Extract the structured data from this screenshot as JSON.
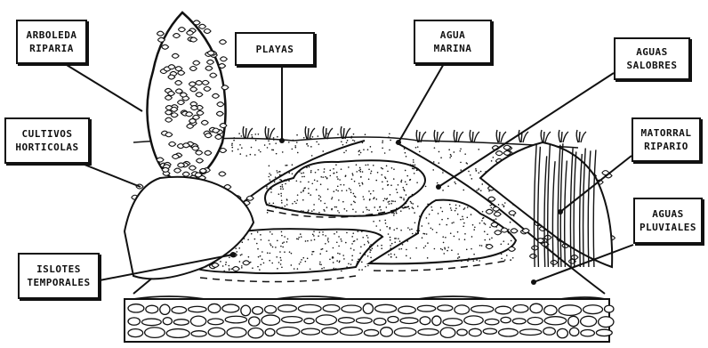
{
  "labels": {
    "arboleda": [
      "ARBOLEDA",
      "RIPARIA"
    ],
    "playas": [
      "PLAYAS"
    ],
    "agua_marina": [
      "AGUA",
      "MARINA"
    ],
    "aguas_salobres": [
      "AGUAS",
      "SALOBRES"
    ],
    "cultivos": [
      "CULTIVOS",
      "HORTICOLAS"
    ],
    "matorral": [
      "MATORRAL",
      "RIPARIO"
    ],
    "aguas_pluviales": [
      "AGUAS",
      "PLUVIALES"
    ],
    "islotes": [
      "ISLOTES",
      "TEMPORALES"
    ]
  },
  "colors": {
    "ink": "#111111",
    "paper": "#ffffff"
  }
}
